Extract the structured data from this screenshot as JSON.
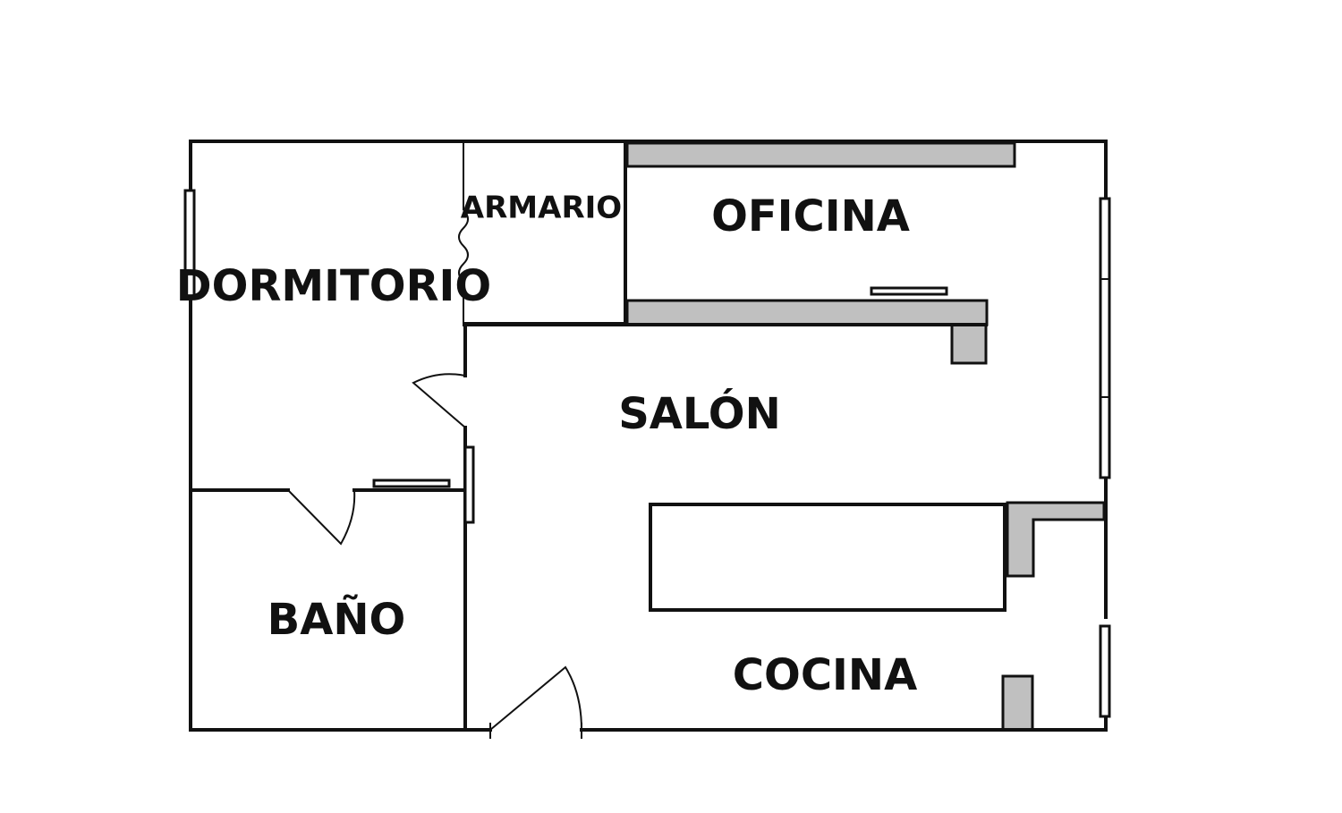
{
  "rooms": {
    "armario": "ARMARIO",
    "oficina": "OFICINA",
    "dormitorio": "DORMITORIO",
    "salon": "SALÓN",
    "bano": "BAÑO",
    "cocina": "COCINA"
  },
  "colors": {
    "wall": "#111111",
    "counter": "#c0c0c0",
    "background": "#ffffff"
  }
}
